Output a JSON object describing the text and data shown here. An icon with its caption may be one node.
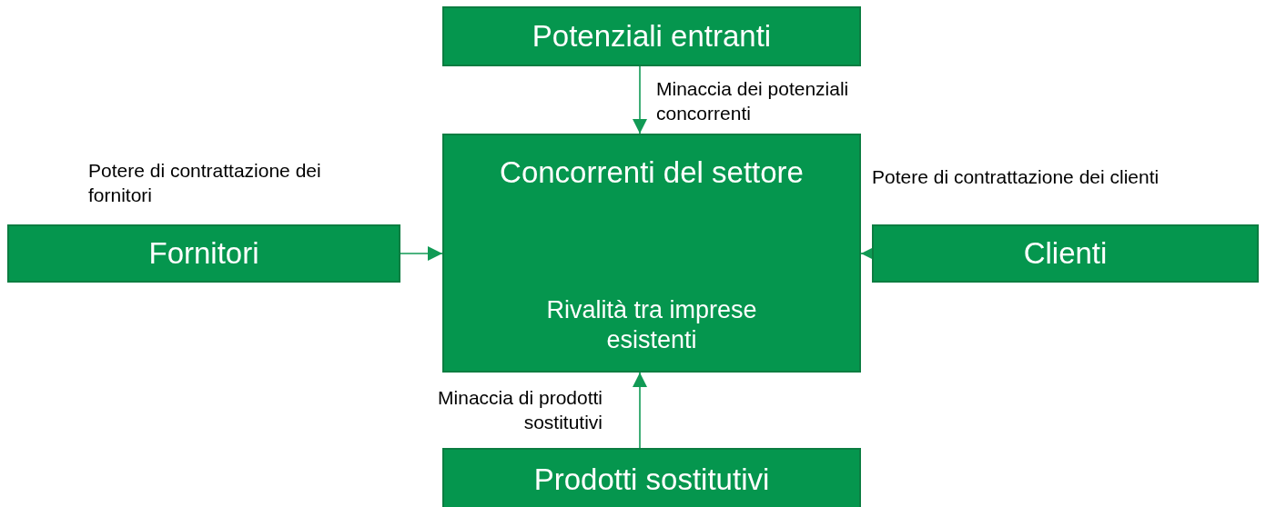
{
  "diagram": {
    "nodes": [
      {
        "text": [
          "Potenziali entranti"
        ]
      },
      {
        "text": [
          "Concorrenti del settore",
          "Rivalità tra imprese esistenti"
        ]
      },
      {
        "text": [
          "Fornitori"
        ]
      },
      {
        "text": [
          "Clienti"
        ]
      },
      {
        "text": [
          "Prodotti sostitutivi"
        ]
      }
    ],
    "edges": [
      {
        "from": 0,
        "to": 1,
        "arrow": "to",
        "label": "Minaccia dei potenziali concorrenti"
      },
      {
        "from": 2,
        "to": 1,
        "arrow": "to",
        "label": "Potere di contrattazione dei fornitori"
      },
      {
        "from": 3,
        "to": 1,
        "arrow": "to",
        "label": "Potere di contrattazione dei clienti"
      },
      {
        "from": 4,
        "to": 1,
        "arrow": "to",
        "label": "Minaccia di prodotti sostitutivi"
      }
    ]
  }
}
